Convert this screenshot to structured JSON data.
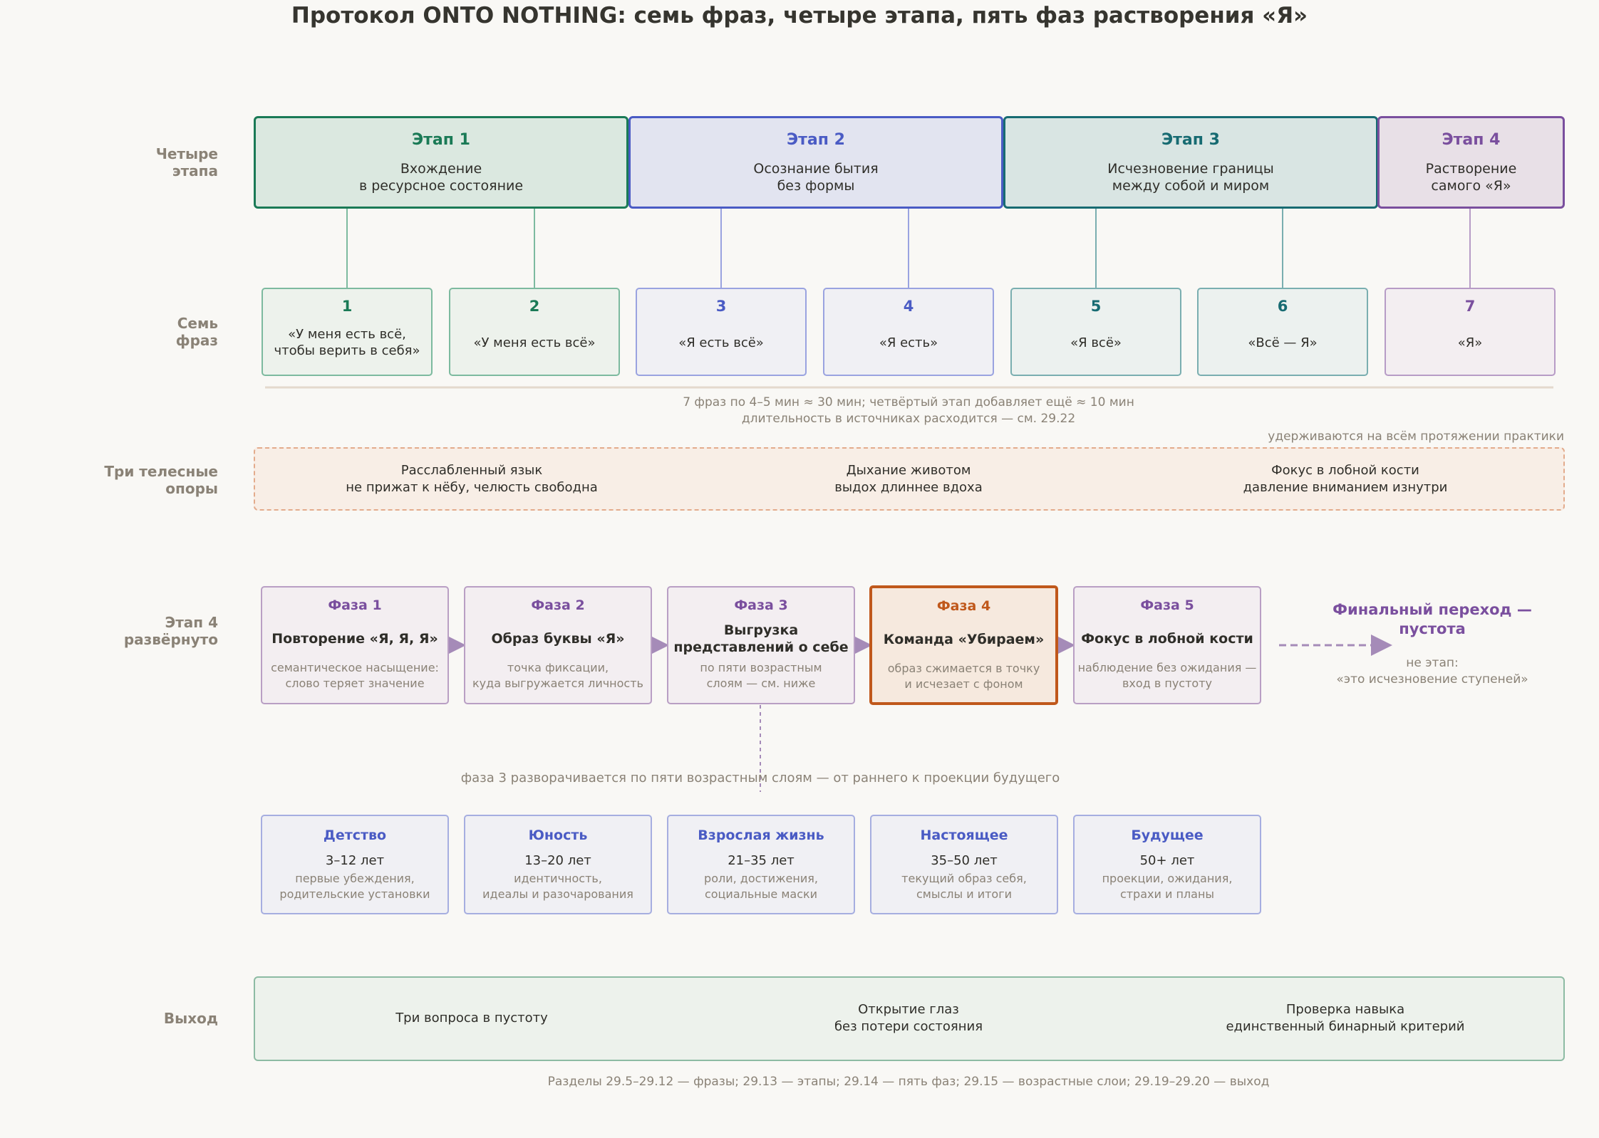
{
  "title": "Протокол ONTO NOTHING: семь фраз, четыре этапа, пять фаз растворения «Я»",
  "colors": {
    "green": "#1a7a56",
    "blue": "#4a5bc4",
    "teal": "#176b72",
    "purple": "#7a4f9e",
    "orange": "#c0581b"
  },
  "row_labels": {
    "stages": "Четыре\nэтапа",
    "phrases": "Семь\nфраз",
    "supports": "Три телесные\nопоры",
    "stage4": "Этап 4\nразвёрнуто",
    "exit": "Выход"
  },
  "stages": [
    {
      "title": "Этап 1",
      "desc": "Вхождение\nв ресурсное состояние"
    },
    {
      "title": "Этап 2",
      "desc": "Осознание бытия\nбез формы"
    },
    {
      "title": "Этап 3",
      "desc": "Исчезновение границы\nмежду собой и миром"
    },
    {
      "title": "Этап 4",
      "desc": "Растворение\nсамого «Я»"
    }
  ],
  "phrases": [
    {
      "num": "1",
      "text": "«У меня есть всё,\nчтобы верить в себя»"
    },
    {
      "num": "2",
      "text": "«У меня есть всё»"
    },
    {
      "num": "3",
      "text": "«Я есть всё»"
    },
    {
      "num": "4",
      "text": "«Я есть»"
    },
    {
      "num": "5",
      "text": "«Я всё»"
    },
    {
      "num": "6",
      "text": "«Всё — Я»"
    },
    {
      "num": "7",
      "text": "«Я»"
    }
  ],
  "timing_note": "7 фраз по 4–5 мин ≈ 30 мин; четвёртый этап добавляет ещё ≈ 10 мин\nдлительность в источниках расходится — см. 29.22",
  "supports_note": "удерживаются на всём протяжении практики",
  "supports": [
    "Расслабленный язык\nне прижат к нёбу, челюсть свободна",
    "Дыхание животом\nвыдох длиннее вдоха",
    "Фокус в лобной кости\nдавление вниманием изнутри"
  ],
  "phases": [
    {
      "title": "Фаза 1",
      "name": "Повторение «Я, Я, Я»",
      "desc": "семантическое насыщение:\nслово теряет значение"
    },
    {
      "title": "Фаза 2",
      "name": "Образ буквы «Я»",
      "desc": "точка фиксации,\nкуда выгружается личность"
    },
    {
      "title": "Фаза 3",
      "name": "Выгрузка\nпредставлений о себе",
      "desc": "по пяти возрастным\nслоям — см. ниже"
    },
    {
      "title": "Фаза 4",
      "name": "Команда «Убираем»",
      "desc": "образ сжимается в точку\nи исчезает с фоном"
    },
    {
      "title": "Фаза 5",
      "name": "Фокус в лобной кости",
      "desc": "наблюдение без ожидания —\nвход в пустоту"
    }
  ],
  "final": {
    "title": "Финальный переход —\nпустота",
    "desc": "не этап:\n«это исчезновение ступеней»"
  },
  "layers_note": "фаза 3 разворачивается по пяти возрастным слоям — от раннего к проекции будущего",
  "layers": [
    {
      "title": "Детство",
      "age": "3–12 лет",
      "desc": "первые убеждения,\nродительские установки"
    },
    {
      "title": "Юность",
      "age": "13–20 лет",
      "desc": "идентичность,\nидеалы и разочарования"
    },
    {
      "title": "Взрослая жизнь",
      "age": "21–35 лет",
      "desc": "роли, достижения,\nсоциальные маски"
    },
    {
      "title": "Настоящее",
      "age": "35–50 лет",
      "desc": "текущий образ себя,\nсмыслы и итоги"
    },
    {
      "title": "Будущее",
      "age": "50+ лет",
      "desc": "проекции, ожидания,\nстрахи и планы"
    }
  ],
  "exit": [
    "Три вопроса в пустоту",
    "Открытие глаз\nбез потери состояния",
    "Проверка навыка\nединственный бинарный критерий"
  ],
  "footer": "Разделы 29.5–29.12 — фразы; 29.13 — этапы; 29.14 — пять фаз; 29.15 — возрастные слои; 29.19–29.20 — выход"
}
